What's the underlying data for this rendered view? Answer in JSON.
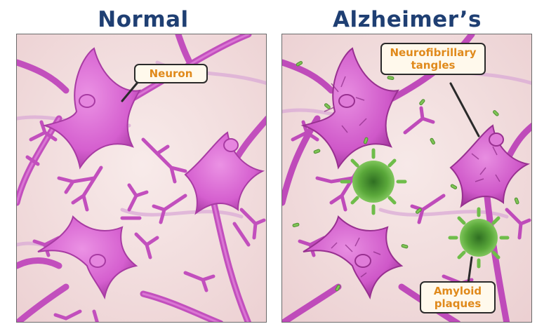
{
  "panels": {
    "normal": {
      "title": "Normal",
      "labels": {
        "neuron": "Neuron"
      }
    },
    "alzheimers": {
      "title": "Alzheimer’s",
      "labels": {
        "tangles_line1": "Neurofibrillary",
        "tangles_line2": "tangles",
        "plaques_line1": "Amyloid",
        "plaques_line2": "plaques"
      }
    }
  },
  "colors": {
    "title": "#1f3f73",
    "background": "#f3dede",
    "neuron": "#d55fcf",
    "neuron_dark": "#9c2f98",
    "plaque": "#5aa83a",
    "callout_text": "#e08a1c",
    "callout_fill": "#fff9ec"
  }
}
